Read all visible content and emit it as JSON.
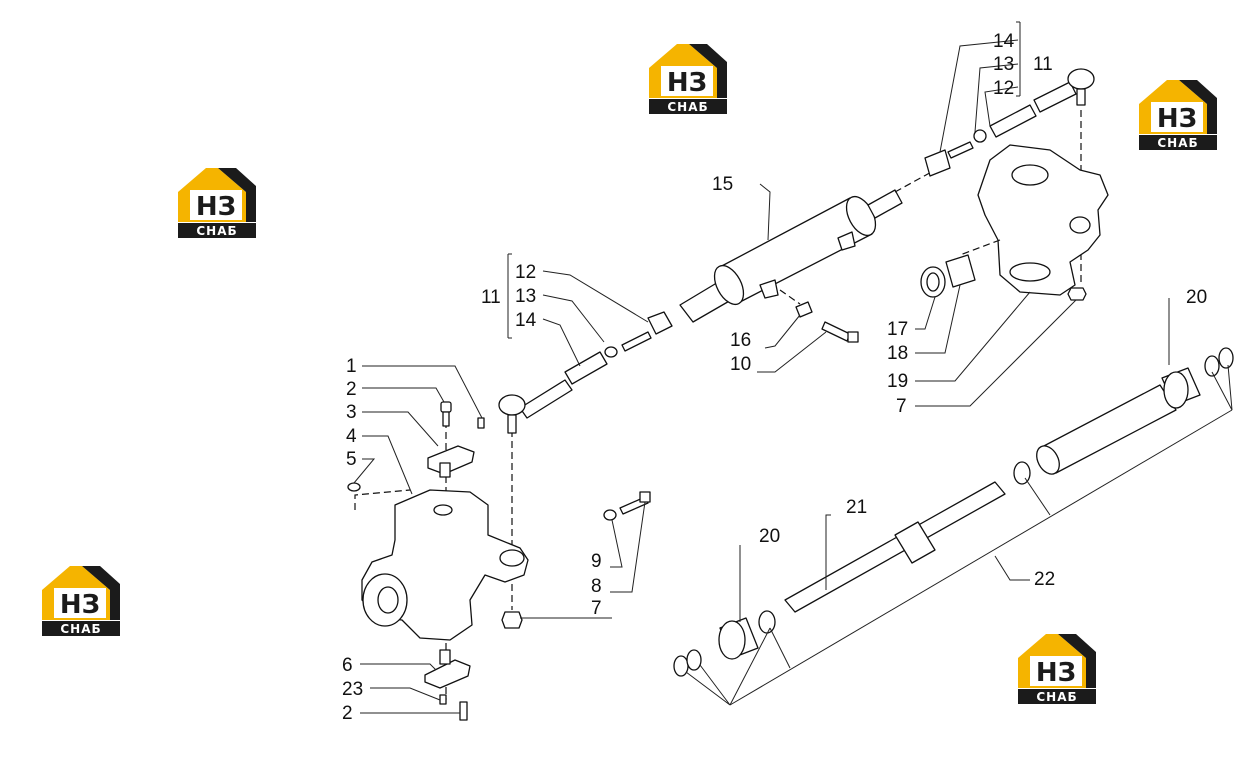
{
  "watermark": {
    "letters": "НЗ",
    "caption": "СНАБ",
    "colors": {
      "accent": "#f5b400",
      "dark": "#1b1b1b"
    }
  },
  "callouts": {
    "c1": "1",
    "c2a": "2",
    "c3": "3",
    "c4": "4",
    "c5": "5",
    "c6": "6",
    "c23": "23",
    "c2b": "2",
    "c11a": "11",
    "c12a": "12",
    "c13a": "13",
    "c14a": "14",
    "c15": "15",
    "c16": "16",
    "c10": "10",
    "c14b": "14",
    "c13b": "13",
    "c12b": "12",
    "c11b": "11",
    "c17": "17",
    "c18": "18",
    "c19": "19",
    "c7a": "7",
    "c9": "9",
    "c8": "8",
    "c7b": "7",
    "c20a": "20",
    "c20b": "20",
    "c21": "21",
    "c22": "22"
  }
}
